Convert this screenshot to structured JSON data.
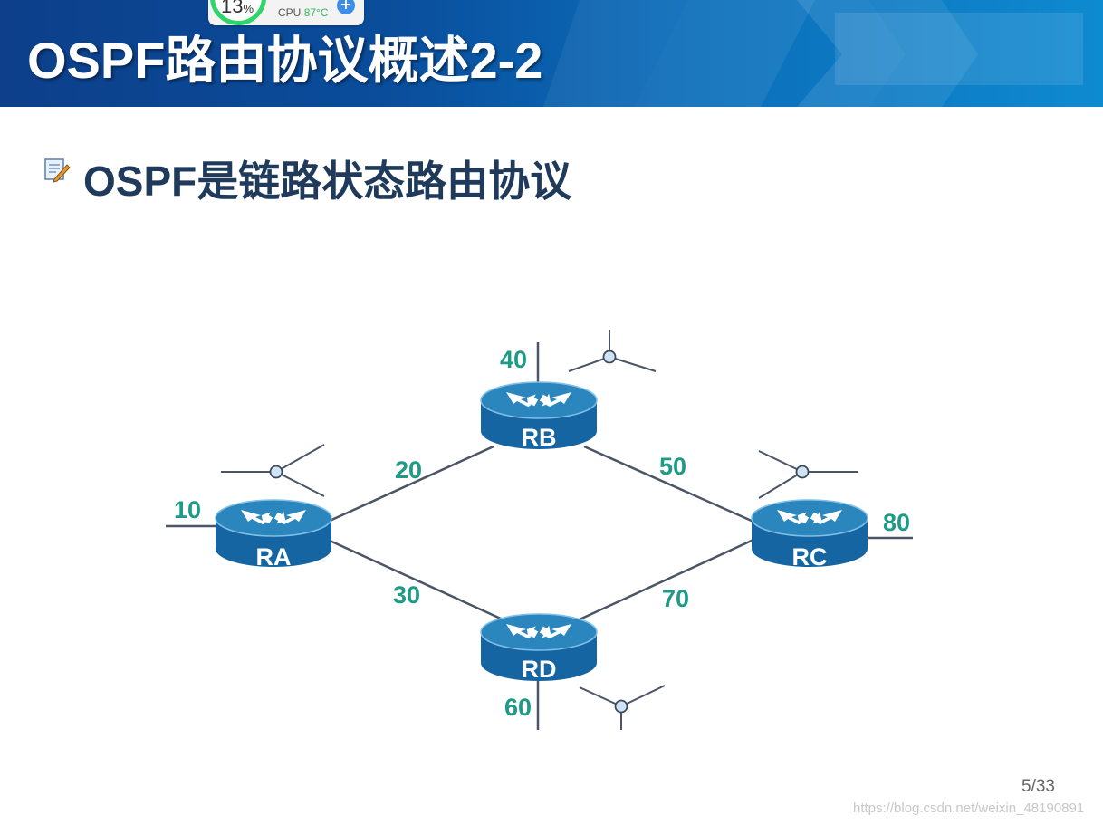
{
  "slide": {
    "title": "OSPF路由协议概述2-2",
    "bullet": "OSPF是链路状态路由协议",
    "page": "5/33",
    "watermark": "https://blog.csdn.net/weixin_48190891"
  },
  "cpu_widget": {
    "percent": "13",
    "percent_unit": "%",
    "label": "CPU",
    "temperature": "87°C",
    "button": "+"
  },
  "diagram": {
    "routers": [
      {
        "id": "RA",
        "label": "RA"
      },
      {
        "id": "RB",
        "label": "RB"
      },
      {
        "id": "RC",
        "label": "RC"
      },
      {
        "id": "RD",
        "label": "RD"
      }
    ],
    "links": [
      {
        "from": "RA",
        "to": "RB",
        "cost": "20"
      },
      {
        "from": "RB",
        "to": "RC",
        "cost": "50"
      },
      {
        "from": "RA",
        "to": "RD",
        "cost": "30"
      },
      {
        "from": "RD",
        "to": "RC",
        "cost": "70"
      }
    ],
    "stub_networks": [
      {
        "router": "RA",
        "cost": "10"
      },
      {
        "router": "RB",
        "cost": "40"
      },
      {
        "router": "RC",
        "cost": "80"
      },
      {
        "router": "RD",
        "cost": "60"
      }
    ],
    "colors": {
      "link": "#4a5566",
      "router_top": "#2b86bd",
      "router_side": "#1565a3",
      "cost_label": "#1d9b86",
      "hub": "#cfe3f5"
    }
  }
}
